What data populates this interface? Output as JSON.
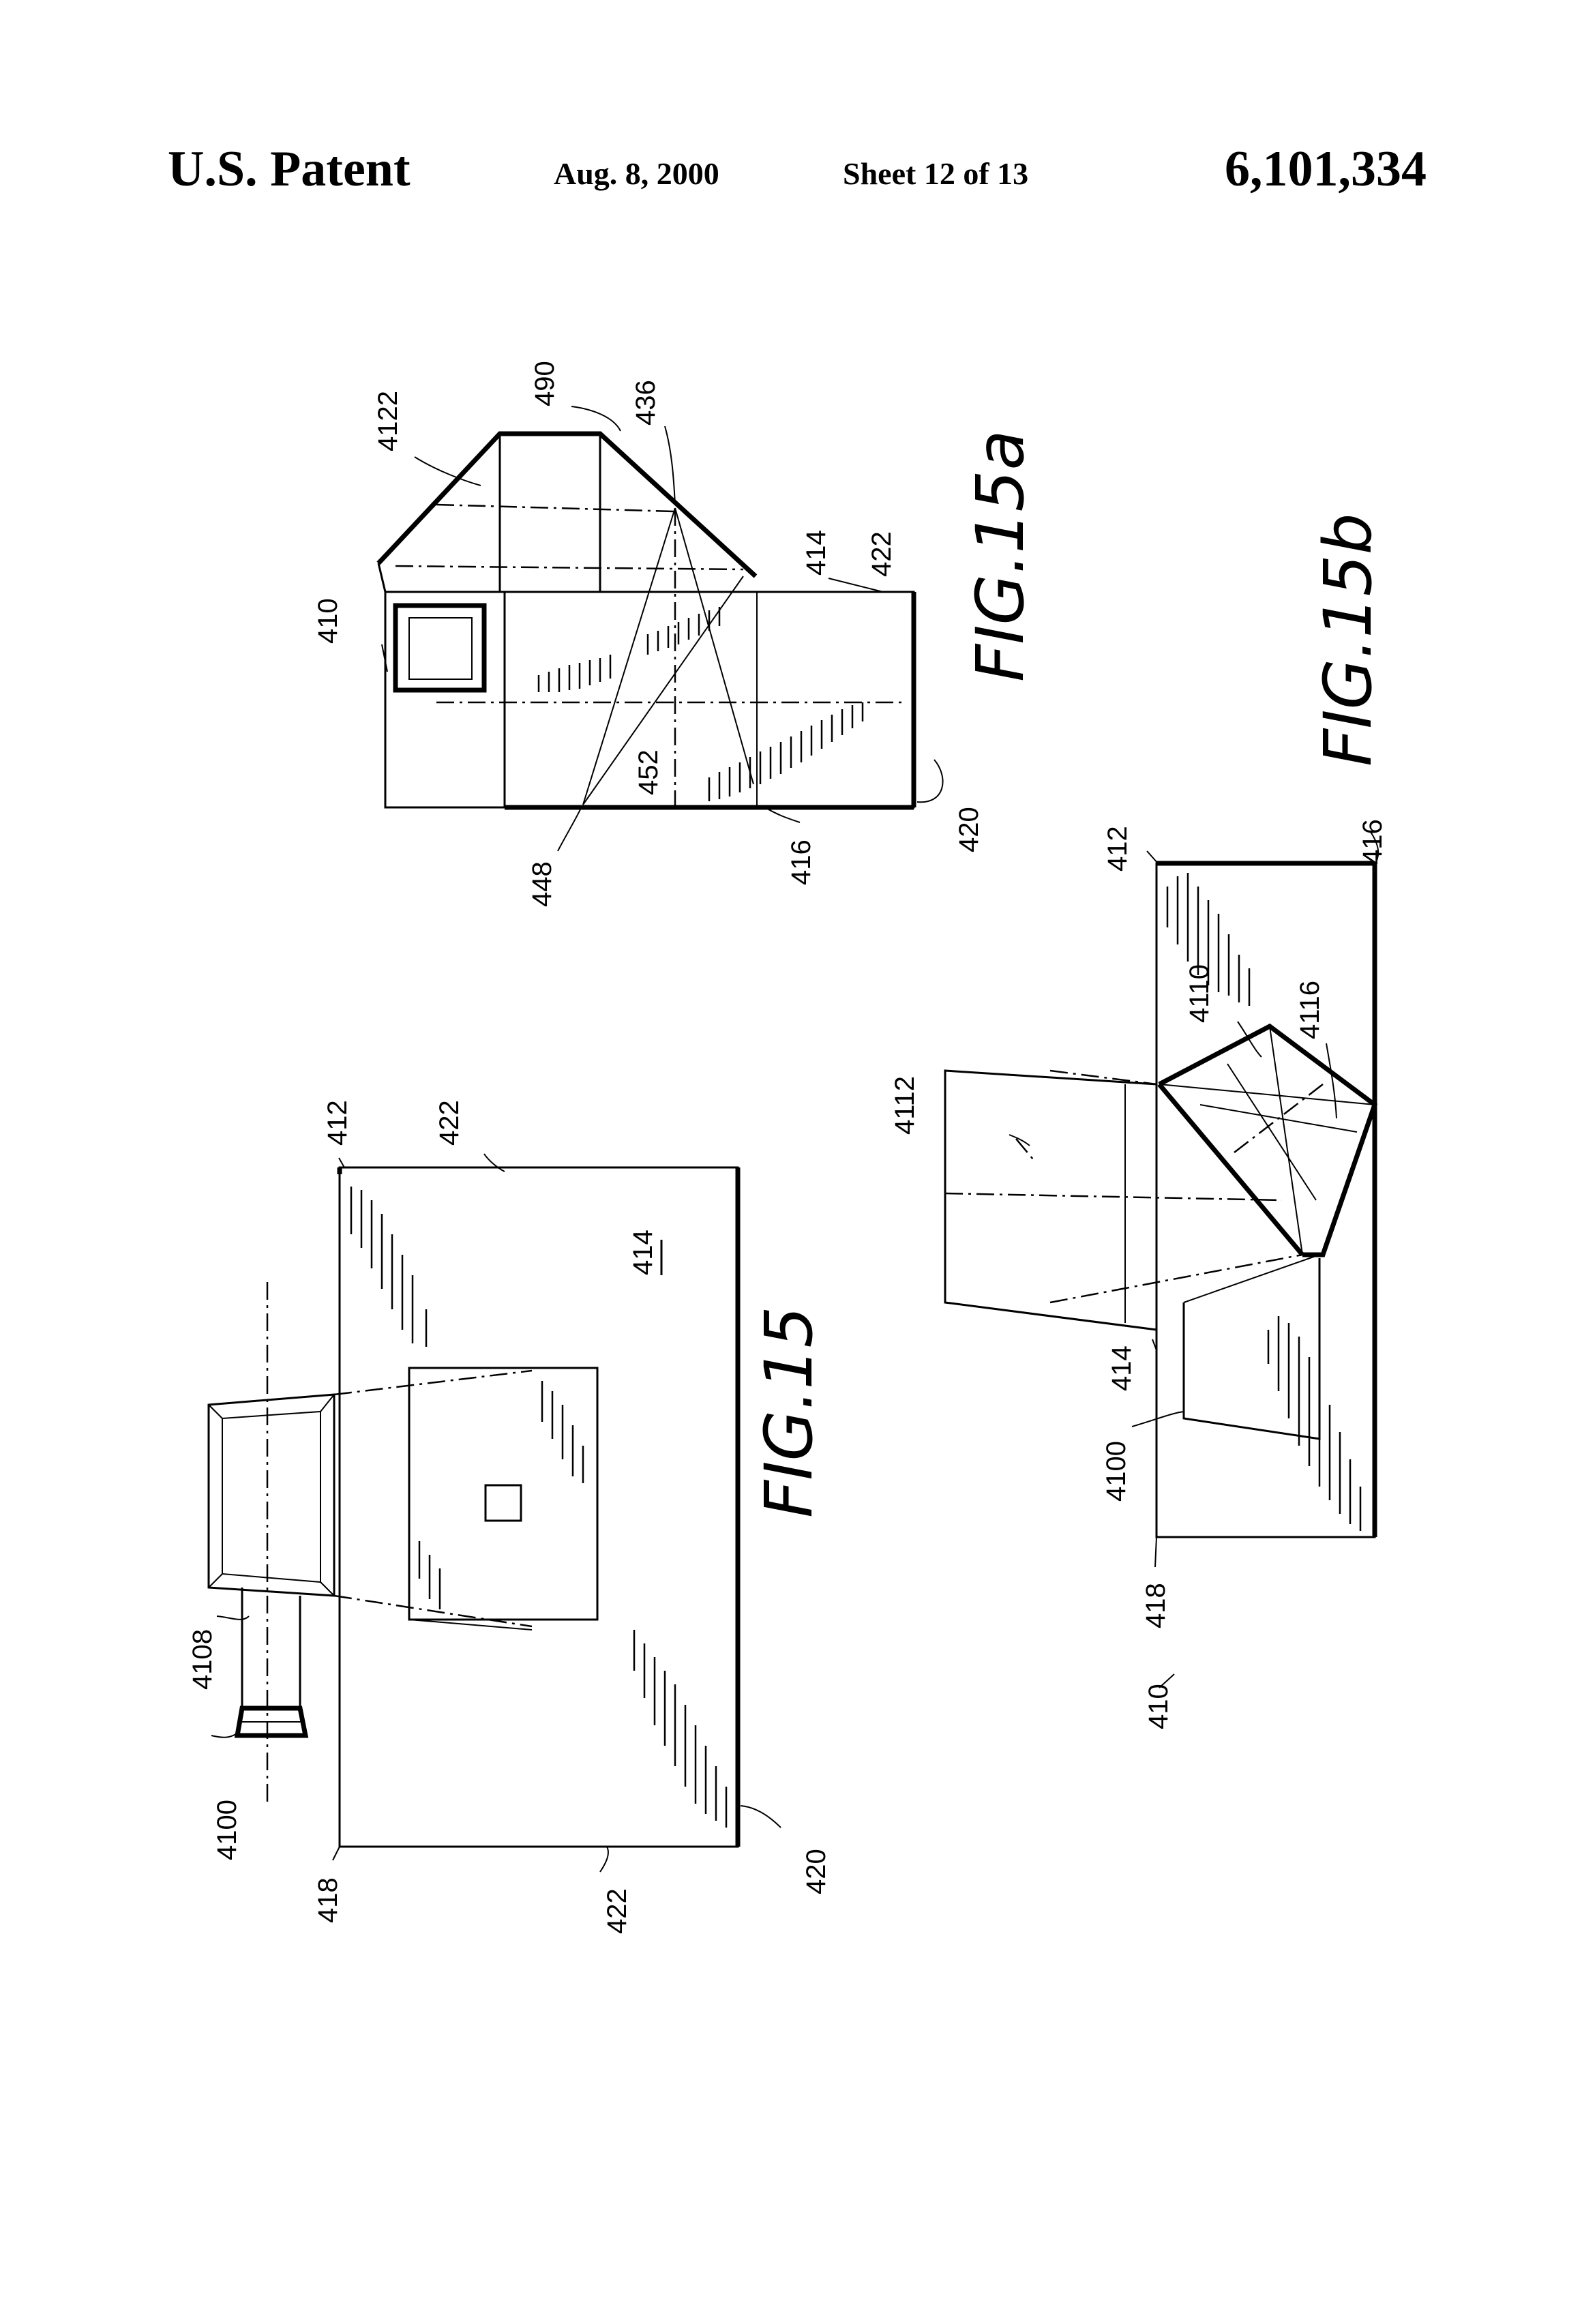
{
  "header": {
    "title": "U.S. Patent",
    "date": "Aug. 8, 2000",
    "sheet": "Sheet 12 of 13",
    "patent_number": "6,101,334"
  },
  "figures": {
    "fig15": {
      "caption": "FIG.15",
      "labels": [
        "412",
        "422",
        "414",
        "4108",
        "4100",
        "418",
        "422",
        "420"
      ]
    },
    "fig15a": {
      "caption": "FIG.15a",
      "labels": [
        "4122",
        "490",
        "436",
        "410",
        "414",
        "422",
        "452",
        "448",
        "416",
        "420"
      ]
    },
    "fig15b": {
      "caption": "FIG.15b",
      "labels": [
        "412",
        "416",
        "4110",
        "4116",
        "4112",
        "414",
        "4100",
        "418",
        "410"
      ]
    }
  }
}
